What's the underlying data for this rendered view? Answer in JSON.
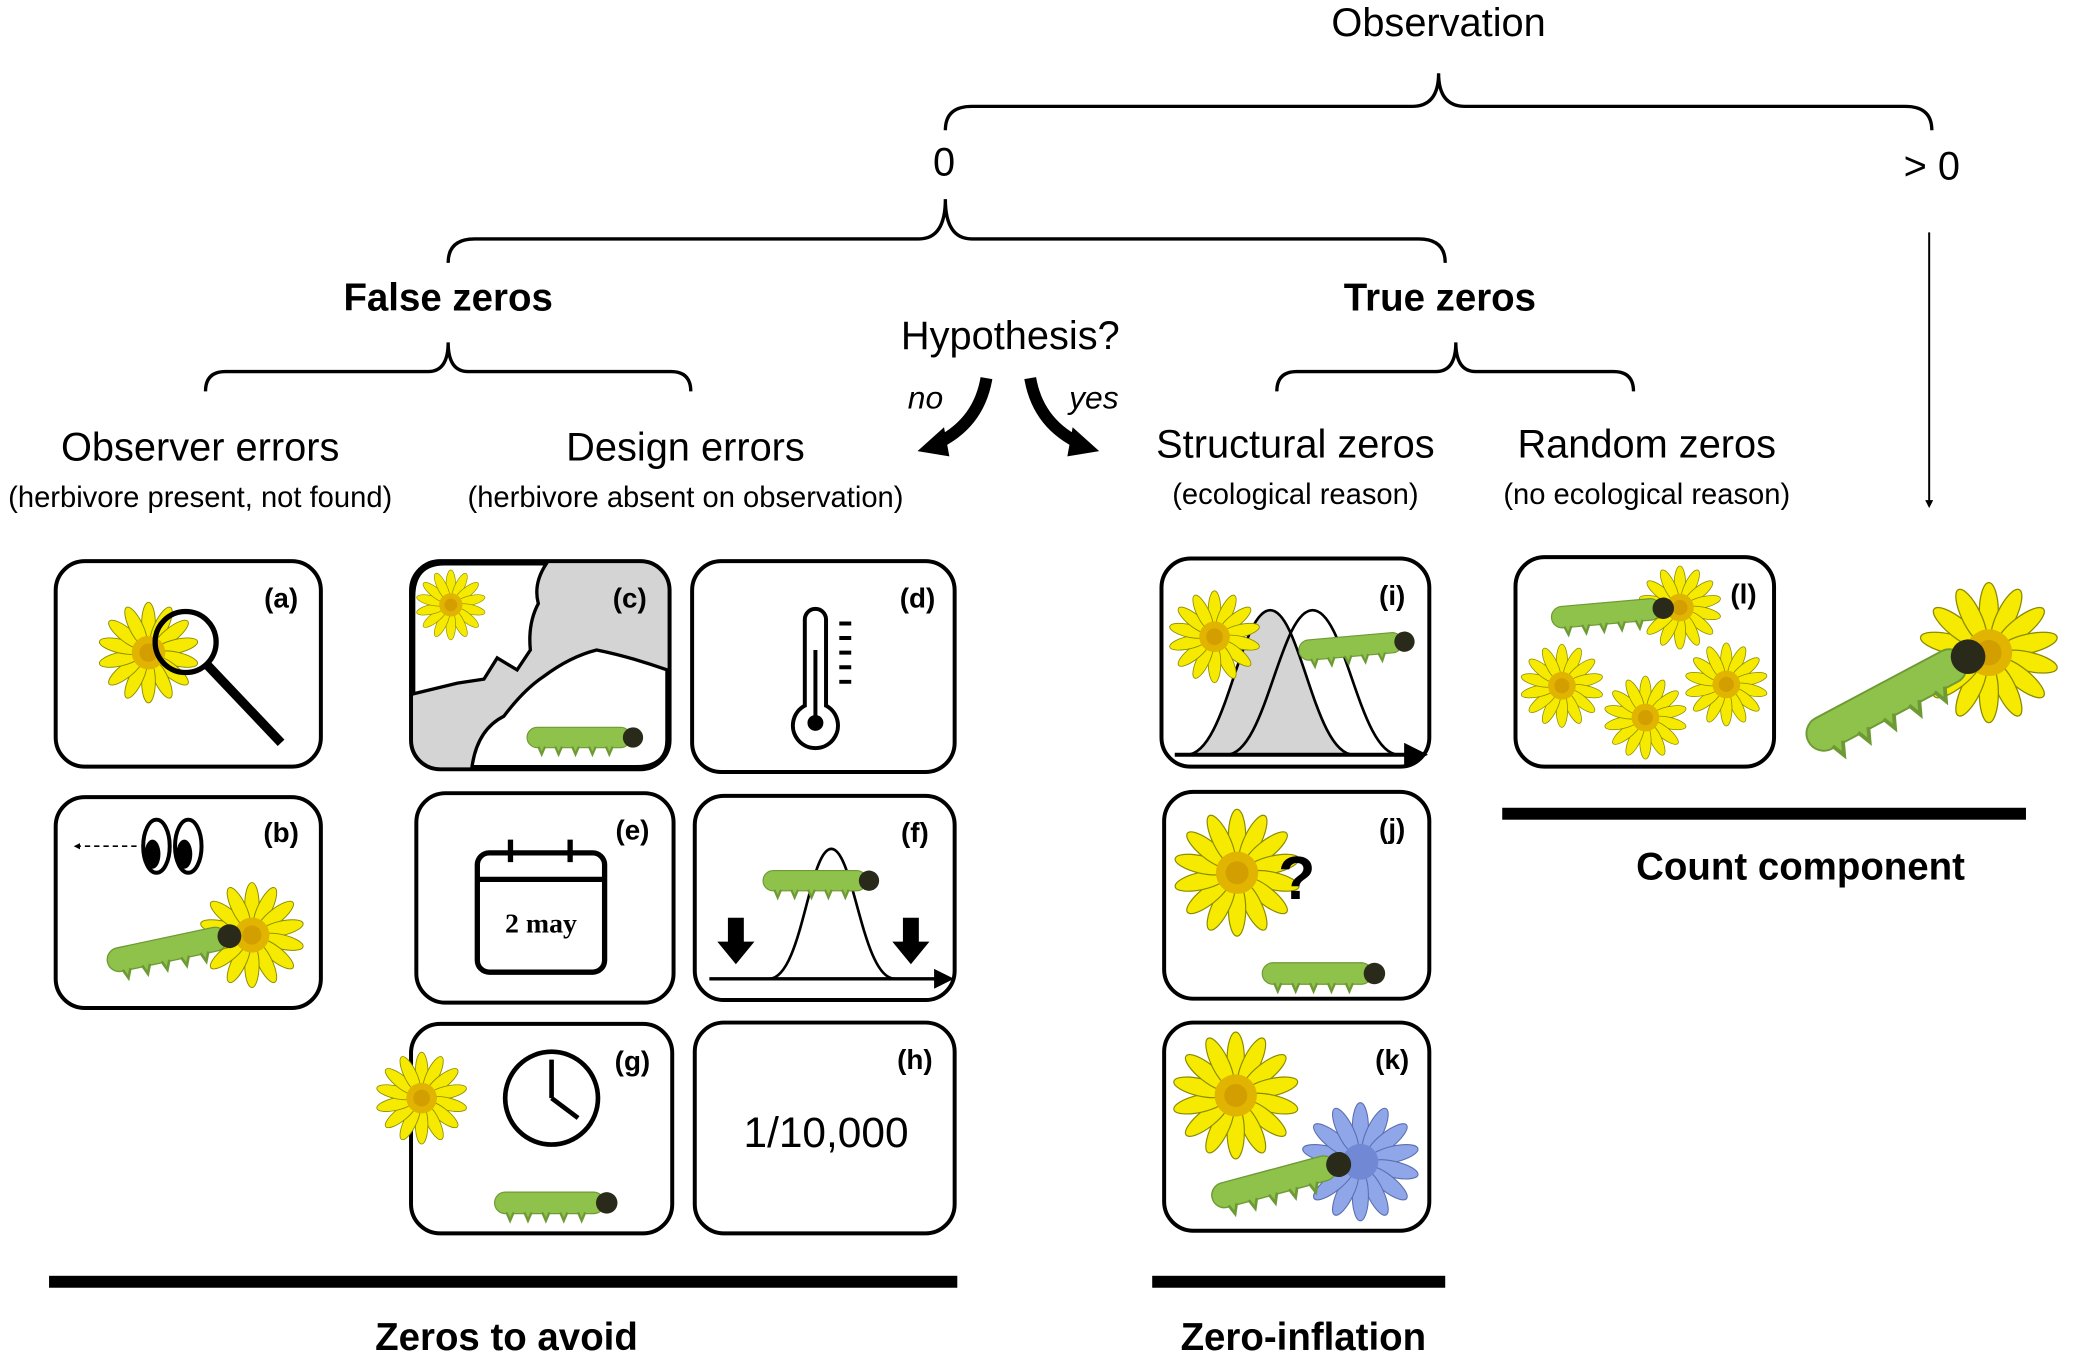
{
  "root": {
    "label": "Observation"
  },
  "branches": {
    "zero": "0",
    "positive": "> 0"
  },
  "false_zeros": {
    "label": "False zeros",
    "observer": {
      "title": "Observer errors",
      "subtitle": "(herbivore present, not found)"
    },
    "design": {
      "title": "Design errors",
      "subtitle": "(herbivore absent on observation)"
    }
  },
  "hypothesis": {
    "label": "Hypothesis?",
    "no": "no",
    "yes": "yes"
  },
  "true_zeros": {
    "label": "True zeros",
    "structural": {
      "title": "Structural zeros",
      "subtitle": "(ecological reason)"
    },
    "random": {
      "title": "Random zeros",
      "subtitle": "(no ecological reason)"
    }
  },
  "panels": {
    "a": "(a)",
    "b": "(b)",
    "c": "(c)",
    "d": "(d)",
    "e": "(e)",
    "f": "(f)",
    "g": "(g)",
    "h": "(h)",
    "i": "(i)",
    "j": "(j)",
    "k": "(k)",
    "l": "(l)"
  },
  "calendar_date": "2 may",
  "rarity_value": "1/10,000",
  "question_mark": "?",
  "groups": {
    "avoid": "Zeros to avoid",
    "inflation": "Zero-inflation",
    "count": "Count component"
  },
  "colors": {
    "flower": "#f5ea00",
    "flower_center": "#e0b400",
    "caterpillar": "#8fc24a",
    "blue_flower": "#8fa6e8",
    "shade": "#d4d4d4"
  }
}
